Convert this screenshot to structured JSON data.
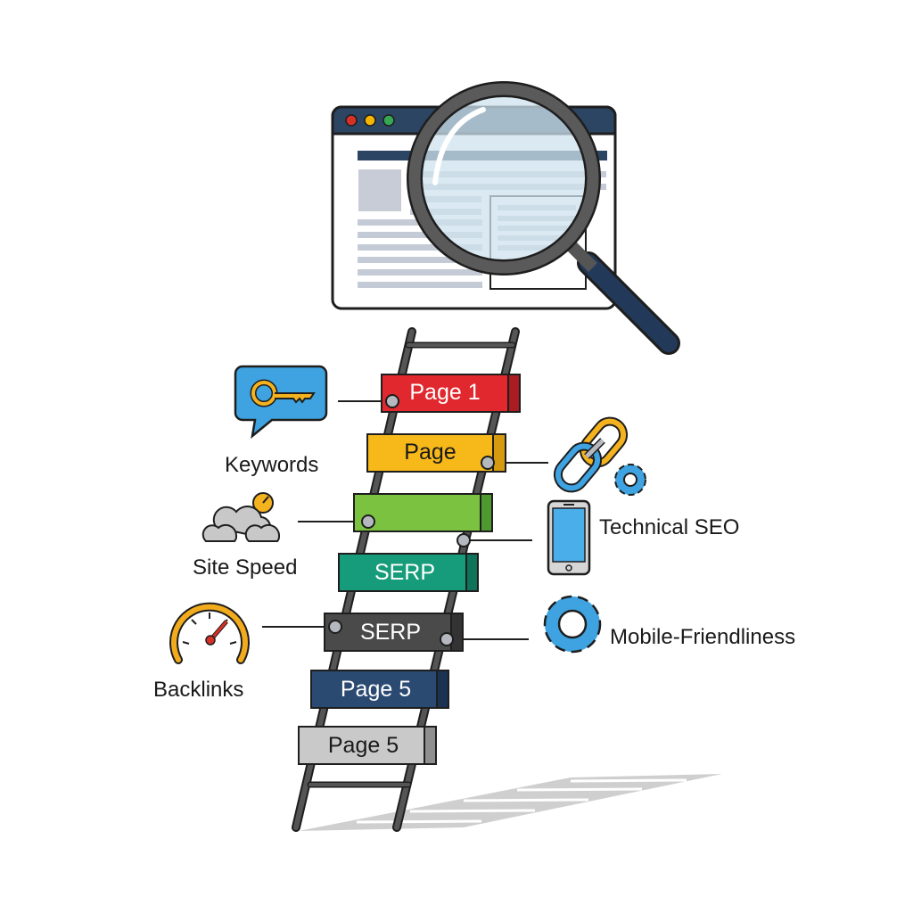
{
  "browser_window": {
    "dots": [
      "#d93025",
      "#f4b400",
      "#34a853"
    ],
    "titlebar_color": "#2c4562"
  },
  "magnifier": {
    "handle_color": "#22395a",
    "ring_color": "#5a5a5a"
  },
  "ladder": {
    "rungs": [
      {
        "label": "Page 1",
        "color": "#e0282e",
        "text_color": "#ffffff"
      },
      {
        "label": "Page",
        "color": "#f7b81a",
        "text_color": "#1a1a1a"
      },
      {
        "label": "",
        "color": "#7cc241",
        "text_color": "#ffffff"
      },
      {
        "label": "SERP",
        "color": "#169c7a",
        "text_color": "#ffffff"
      },
      {
        "label": "SERP",
        "color": "#4a4a4a",
        "text_color": "#ffffff"
      },
      {
        "label": "Page 5",
        "color": "#2b4a72",
        "text_color": "#ffffff"
      },
      {
        "label": "Page 5",
        "color": "#c9c9c9",
        "text_color": "#1a1a1a"
      }
    ]
  },
  "factors": {
    "keywords": {
      "label": "Keywords",
      "icon": "key-speech-bubble-icon"
    },
    "site_speed": {
      "label": "Site Speed",
      "icon": "clouds-clock-icon"
    },
    "backlinks": {
      "label": "Backlinks",
      "icon": "speedometer-icon"
    },
    "technical_seo": {
      "label": "Technical SEO",
      "icon": "smartphone-icon"
    },
    "links": {
      "icon": "chain-link-gear-icon"
    },
    "mobile_friendliness": {
      "label": "Mobile-Friendliness",
      "icon": "gear-icon"
    }
  }
}
